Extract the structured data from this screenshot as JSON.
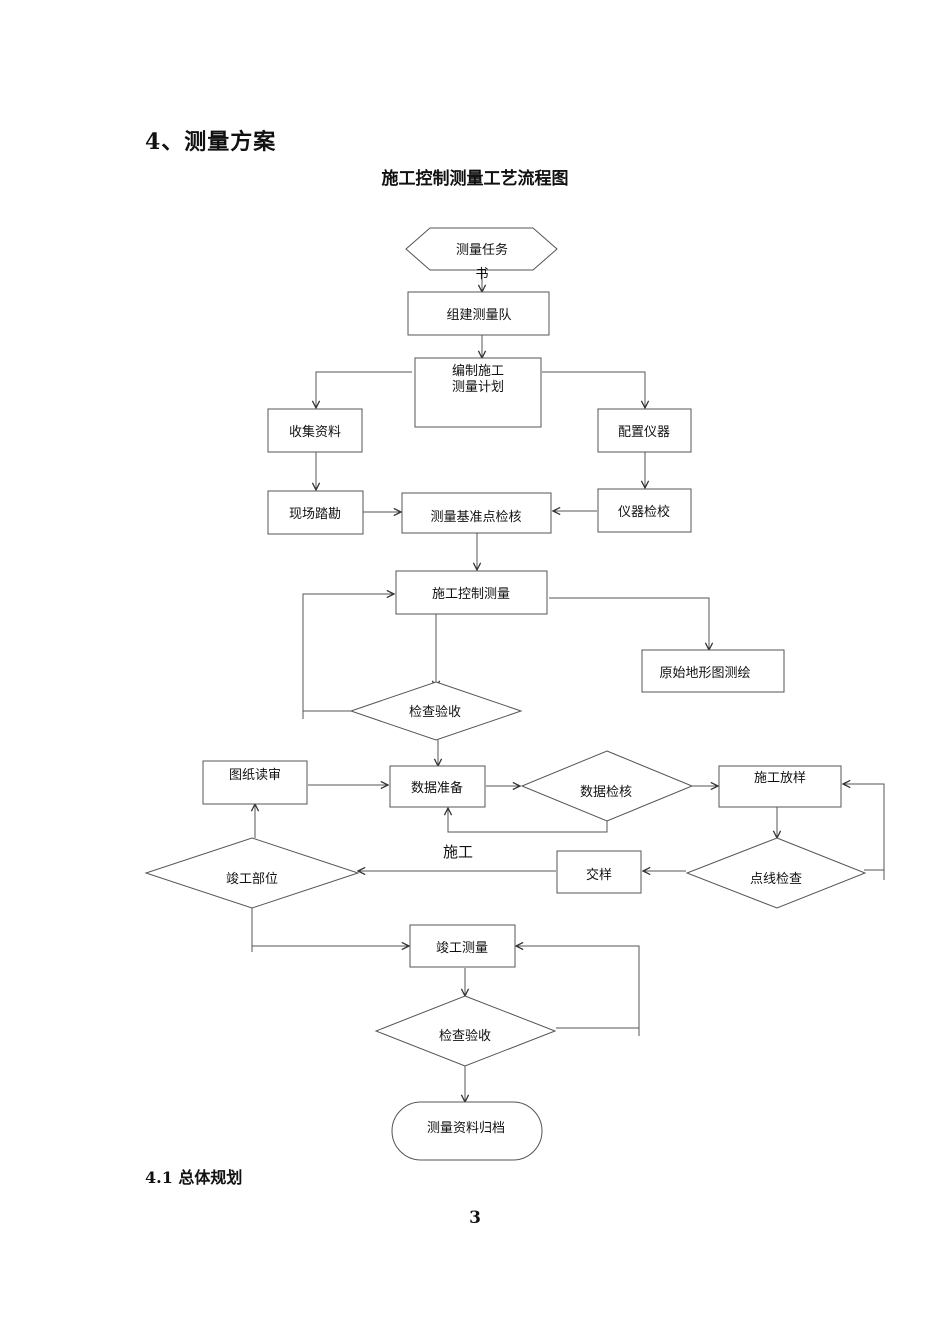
{
  "heading": "4、测量方案",
  "flow_title": "施工控制测量工艺流程图",
  "nodes": {
    "task_line1": "测量任务",
    "task_line2": "书",
    "team": "组建测量队",
    "plan_line1": "编制施工",
    "plan_line2": "测量计划",
    "collect": "收集资料",
    "instrument": "配置仪器",
    "survey_site": "现场踏勘",
    "benchmark": "测量基准点检核",
    "calibrate": "仪器检校",
    "control": "施工控制测量",
    "topo": "原始地形图测绘",
    "check1": "检查验收",
    "drawing": "图纸读审",
    "dataprep": "数据准备",
    "datacheck": "数据检核",
    "layout": "施工放样",
    "construction": "施工",
    "handover": "交样",
    "pointcheck": "点线检查",
    "asbuilt_part": "竣工部位",
    "asbuilt_survey": "竣工测量",
    "check2": "检查验收",
    "archive": "测量资料归档"
  },
  "section": "4.1 总体规划",
  "page_number": "3"
}
